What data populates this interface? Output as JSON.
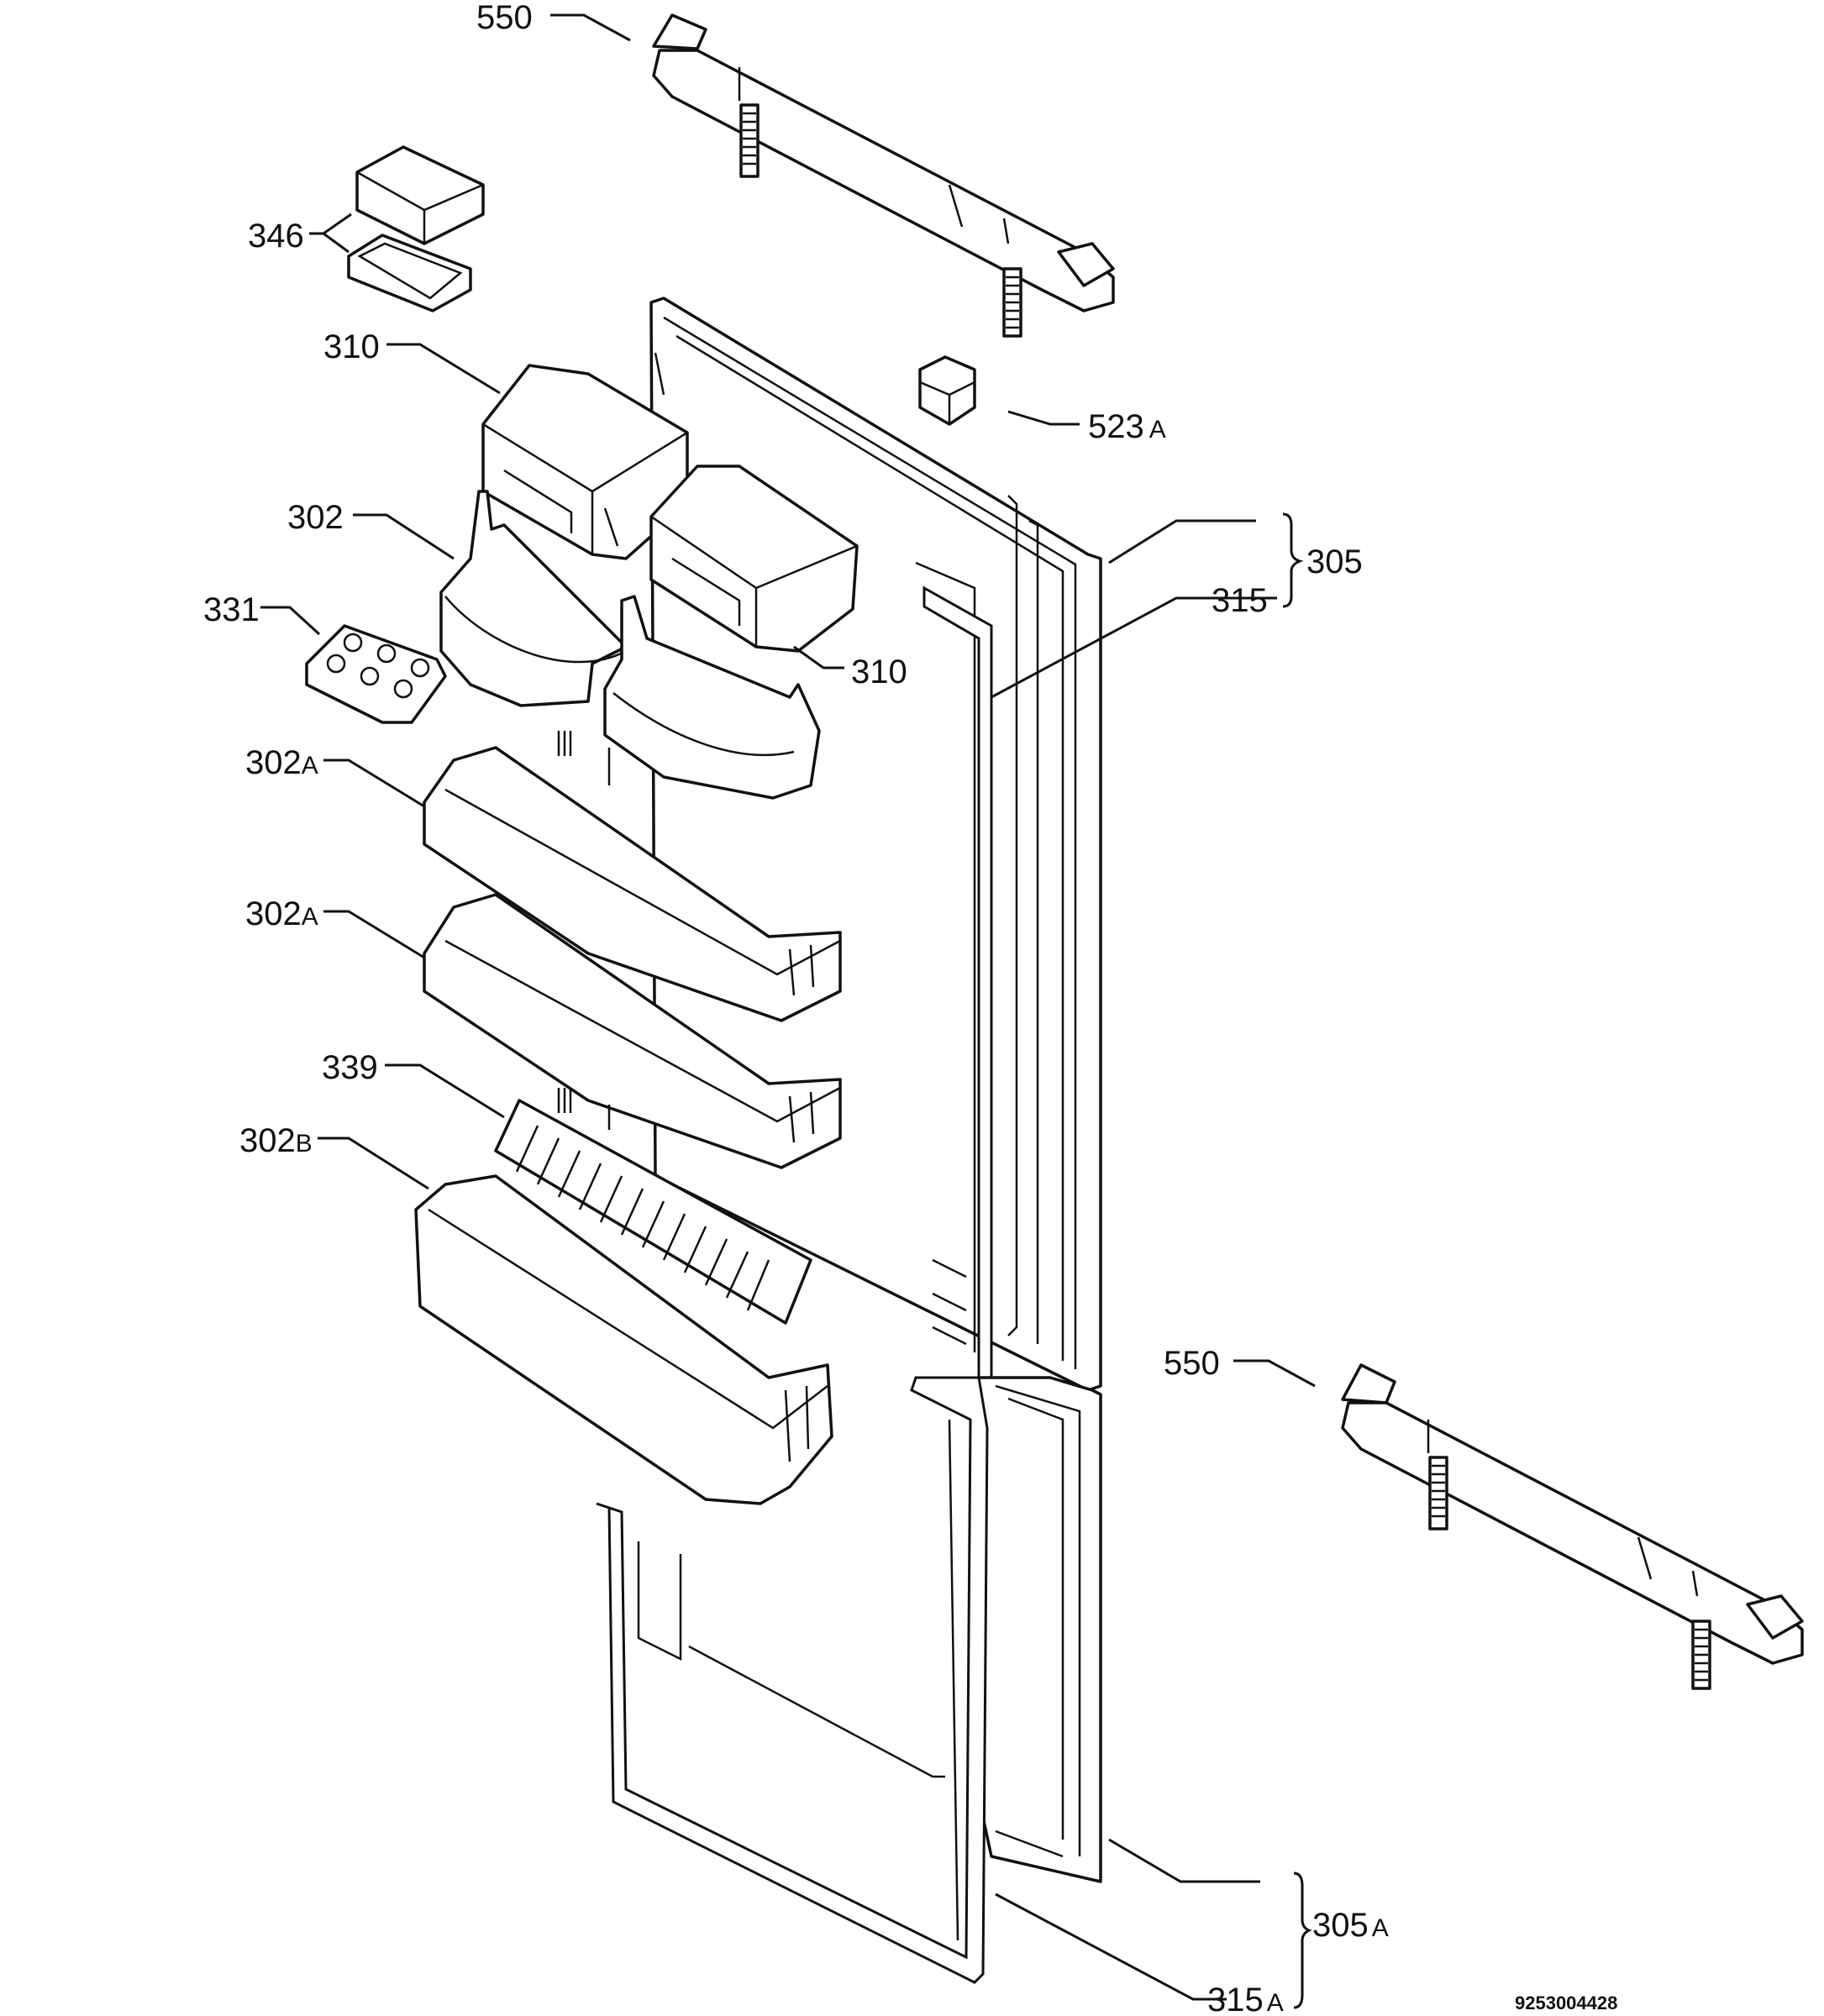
{
  "diagram": {
    "document_number": "9253004428",
    "callouts": [
      {
        "id": "c550a",
        "num": "550",
        "suffix": ""
      },
      {
        "id": "c346",
        "num": "346",
        "suffix": ""
      },
      {
        "id": "c310a",
        "num": "310",
        "suffix": ""
      },
      {
        "id": "c523",
        "num": "523",
        "suffix": "A"
      },
      {
        "id": "c302",
        "num": "302",
        "suffix": ""
      },
      {
        "id": "c305",
        "num": "305",
        "suffix": ""
      },
      {
        "id": "c315",
        "num": "315",
        "suffix": ""
      },
      {
        "id": "c331",
        "num": "331",
        "suffix": ""
      },
      {
        "id": "c310b",
        "num": "310",
        "suffix": ""
      },
      {
        "id": "c302a1",
        "num": "302",
        "suffix": "A"
      },
      {
        "id": "c302a2",
        "num": "302",
        "suffix": "A"
      },
      {
        "id": "c339",
        "num": "339",
        "suffix": ""
      },
      {
        "id": "c302b",
        "num": "302",
        "suffix": "B"
      },
      {
        "id": "c550b",
        "num": "550",
        "suffix": ""
      },
      {
        "id": "c305a",
        "num": "305",
        "suffix": "A"
      },
      {
        "id": "c315a",
        "num": "315",
        "suffix": "A"
      }
    ]
  }
}
